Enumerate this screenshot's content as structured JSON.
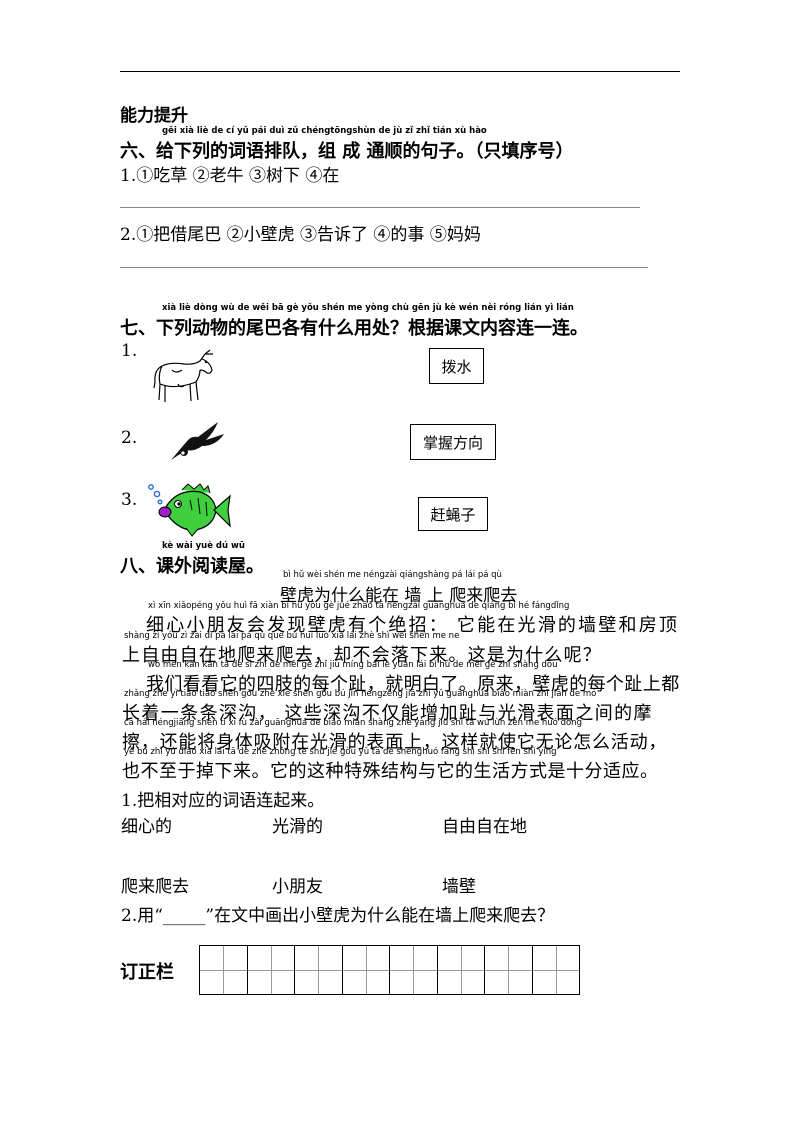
{
  "header": {
    "title": "能力提升"
  },
  "q6": {
    "pinyin": "gěi xià liè de  cí   yǔ pái duì      zǔ chéngtōngshùn de  jù  zǐ          zhǐ tián xù hào",
    "title": "六、给下列的词语排队，组 成 通顺的句子。（只填序号）",
    "item1": "1.①吃草    ②老牛    ③树下    ④在",
    "item2": "2.①把借尾巴      ②小壁虎    ③告诉了      ④的事      ⑤妈妈"
  },
  "q7": {
    "pinyin": "xià liè dòng wù  de  wěi bā   gè yǒu shén me yòng chù     gēn jù  kè wén nèi róng lián yì lián",
    "title": "七、下列动物的尾巴各有什么用处？根据课文内容连一连。",
    "labels": [
      "1.",
      "2.",
      "3."
    ],
    "animals": [
      "cow-icon",
      "swallow-icon",
      "fish-icon"
    ],
    "options": [
      "拨水",
      "掌握方向",
      "赶蝇子"
    ]
  },
  "q8": {
    "pinyin": "kè wài yuè  dú  wū",
    "title": "八、课外阅读屋。",
    "story_title_pinyin": "bì  hǔ  wèi shén me néngzài qiángshàng pá lái pá  qù",
    "story_title": "壁虎为什么能在 墙 上 爬来爬去",
    "lines": [
      {
        "pinyin": "xì  xīn xiǎopéng yǒu huì  fā xiàn bì  hǔ  yǒu  gè  jué zhāo            tā néngzài guānghuá de qiáng bì   hé fángdǐng",
        "text": "细心小朋友会发现壁虎有个绝招：  它能在光滑的墙壁和房顶"
      },
      {
        "pinyin": "shàng zì yóu zì zài dì  pá lái pá  qù      què bú huì luò xià lái           zhè shì wèi shén me  ne",
        "text": "上自由自在地爬来爬去，却不会落下来。这是为什么呢？"
      },
      {
        "pinyin": "wǒ men kàn kàn tā  de  sì  zhī de měi gè zhǐ      jiù míng bái le       yuán lái     bì  hǔ  de měi gè zhǐ shàng dōu",
        "text": "我们看看它的四肢的每个趾，就明白了。原来，壁虎的每个趾上都"
      },
      {
        "pinyin": "zhǎng zhe yì tiáo tiáo shēn gōu          zhè xiē shēn gōu bú jǐn néngzēng jiā zhǐ yǔ guānghuá biǎo miàn zhī jiān de  mó",
        "text": "长着一条条深沟，  这些深沟不仅能增加趾与光滑表面之间的摩"
      },
      {
        "pinyin": "cā    hái néngjiāng shēn tǐ  xī  fù zài guānghuá de biǎo miàn shàng     zhè yàng jiù shǐ tā  wú lùn zěn me huó dòng",
        "text": "擦，还能将身体吸附在光滑的表面上，这样就使它无论怎么活动，"
      },
      {
        "pinyin": "yě  bú zhì yú diào xià lái     tā  de zhè zhǒng tè shū jié gòu yǔ  tā  de shēnghuó fāng shì shì shí fēn shì yìng",
        "text": "也不至于掉下来。它的这种特殊结构与它的生活方式是十分适应。"
      }
    ],
    "sub1": "1.把相对应的词语连起来。",
    "row1": [
      "细心的",
      "光滑的",
      "自由自在地"
    ],
    "row2": [
      "爬来爬去",
      "小朋友",
      "墙壁"
    ],
    "sub2": "2.用“_____”在文中画出小壁虎为什么能在墙上爬来爬去？"
  },
  "correction": {
    "label": "订正栏",
    "cells": 16
  }
}
